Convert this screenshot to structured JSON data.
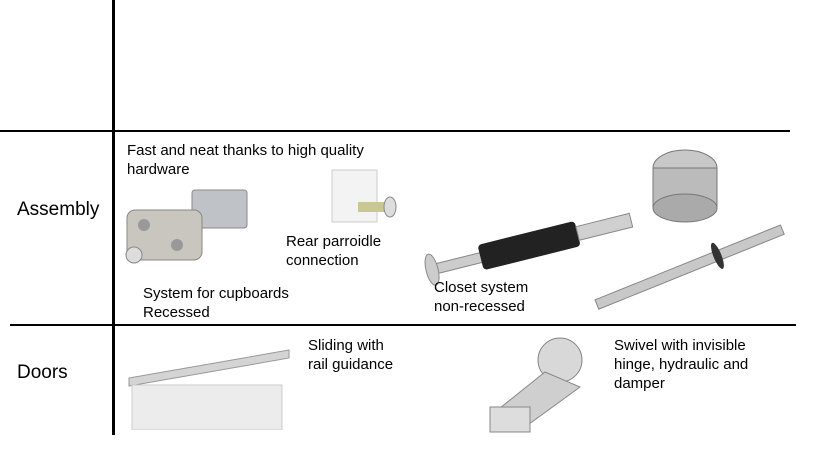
{
  "rows": [
    {
      "label": "Assembly"
    },
    {
      "label": "Doors"
    }
  ],
  "assembly": {
    "intro": "Fast and neat thanks to high quality\nhardware",
    "items": [
      {
        "caption": "System for cupboards\nRecessed"
      },
      {
        "caption": "Rear parroidle\nconnection"
      },
      {
        "caption": "Closet system\nnon-recessed"
      }
    ]
  },
  "doors": {
    "items": [
      {
        "caption": "Sliding with\nrail guidance"
      },
      {
        "caption": "Swivel with invisible\nhinge, hydraulic and\ndamper"
      }
    ]
  }
}
